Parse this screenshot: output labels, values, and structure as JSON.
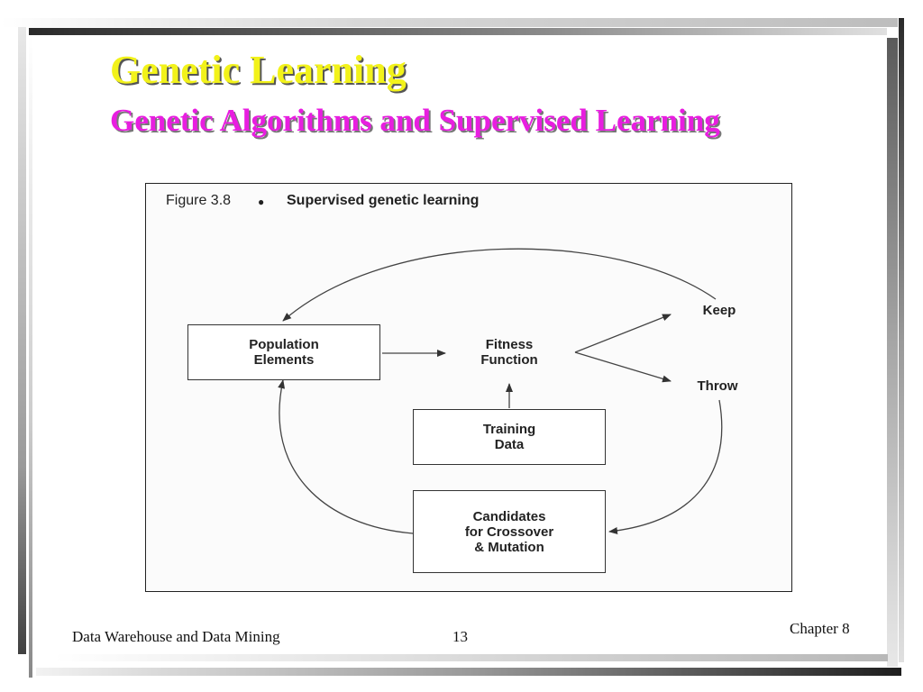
{
  "slide": {
    "title": "Genetic Learning",
    "subtitle": "Genetic Algorithms and Supervised Learning"
  },
  "figure": {
    "label": "Figure 3.8",
    "bullet": "●",
    "caption": "Supervised genetic learning",
    "nodes": {
      "population": "Population\nElements",
      "fitness": "Fitness\nFunction",
      "keep": "Keep",
      "throw": "Throw",
      "training": "Training\nData",
      "candidates": "Candidates\nfor Crossover\n& Mutation"
    }
  },
  "footer": {
    "left": "Data Warehouse and Data Mining",
    "page": "13",
    "right": "Chapter 8"
  }
}
